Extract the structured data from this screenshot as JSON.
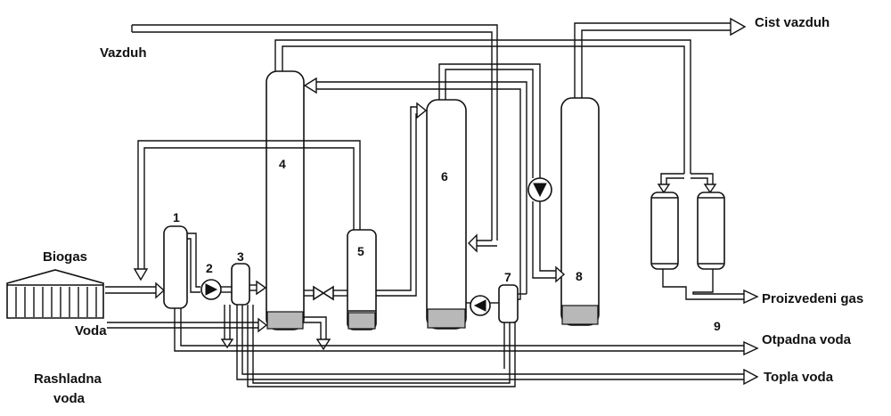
{
  "labels": {
    "vazduh": "Vazduh",
    "cist_vazduh": "Cist vazduh",
    "biogas": "Biogas",
    "voda": "Voda",
    "rashladna_voda_line1": "Rashladna",
    "rashladna_voda_line2": "voda",
    "proizvedeni_gas": "Proizvedeni gas",
    "otpadna_voda": "Otpadna voda",
    "topla_voda": "Topla voda"
  },
  "units": {
    "u1": "1",
    "u2": "2",
    "u3": "3",
    "u4": "4",
    "u5": "5",
    "u6": "6",
    "u7": "7",
    "u8": "8",
    "u9": "9"
  }
}
